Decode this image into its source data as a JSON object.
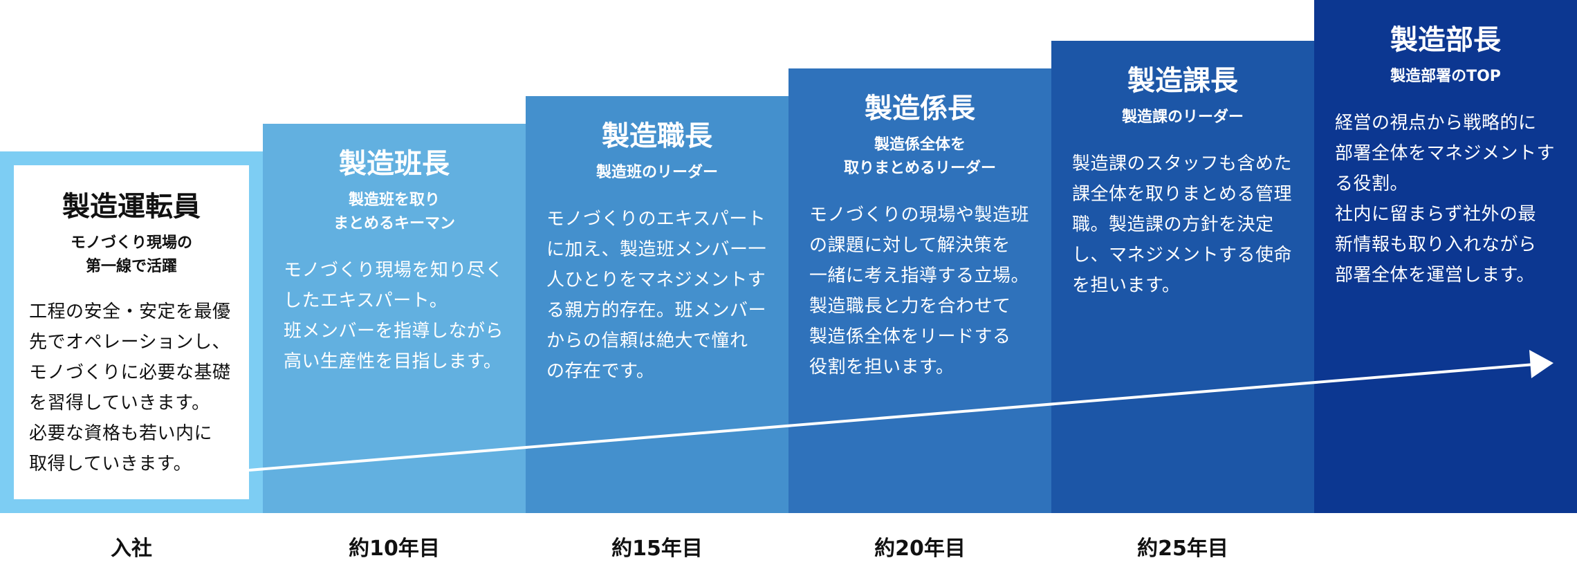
{
  "steps": [
    {
      "title": "製造運転員",
      "subtitle": "モノづくり現場の\n第一線で活躍",
      "description": "工程の安全・安定を最優\n先でオペレーションし、\nモノづくりに必要な基礎\nを習得していきます。\n必要な資格も若い内に\n取得していきます。",
      "year": "入社",
      "color": "#7dcdf3"
    },
    {
      "title": "製造班長",
      "subtitle": "製造班を取り\nまとめるキーマン",
      "description": "モノづくり現場を知り尽く\nしたエキスパート。\n班メンバーを指導しながら\n高い生産性を目指します。",
      "year": "約10年目",
      "color": "#62b0e0"
    },
    {
      "title": "製造職長",
      "subtitle": "製造班のリーダー",
      "description": "モノづくりのエキスパート\nに加え、製造班メンバー一\n人ひとりをマネジメントす\nる親方的存在。班メンバー\nからの信頼は絶大で憧れ\nの存在です。",
      "year": "約15年目",
      "color": "#4490cd"
    },
    {
      "title": "製造係長",
      "subtitle": "製造係全体を\n取りまとめるリーダー",
      "description": "モノづくりの現場や製造班\nの課題に対して解決策を\n一緒に考え指導する立場。\n製造職長と力を合わせて\n製造係全体をリードする\n役割を担います。",
      "year": "約20年目",
      "color": "#2f72bb"
    },
    {
      "title": "製造課長",
      "subtitle": "製造課のリーダー",
      "description": "製造課のスタッフも含めた\n課全体を取りまとめる管理\n職。製造課の方針を決定\nし、マネジメントする使命\nを担います。",
      "year": "約25年目",
      "color": "#1c56a7"
    },
    {
      "title": "製造部長",
      "subtitle": "製造部署のTOP",
      "description": "経営の視点から戦略的に\n部署全体をマネジメントす\nる役割。\n社内に留まらず社外の最\n新情報も取り入れながら\n部署全体を運営します。",
      "year": "",
      "color": "#0c3791"
    }
  ],
  "icons": {
    "arrow": "arrow-right-icon"
  }
}
